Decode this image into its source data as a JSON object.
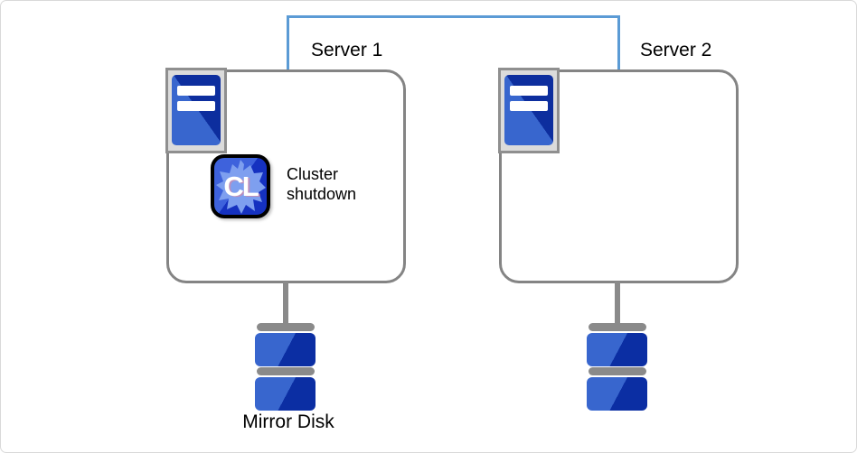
{
  "servers": [
    {
      "label": "Server 1",
      "badge_text": "CL",
      "status_label": "Cluster shutdown"
    },
    {
      "label": "Server 2"
    }
  ],
  "disks": [
    {
      "label": "Mirror Disk"
    },
    {
      "label": ""
    }
  ],
  "icons": {
    "server": "server-tower-icon",
    "cluster_badge": "cluster-app-icon",
    "disk": "disk-stack-icon",
    "interconnect": "heartbeat-link-line"
  },
  "colors": {
    "interconnect_blue": "#5B9BD5",
    "outline_gray": "#848484",
    "disk_gray": "#8A8A8A",
    "icon_frame_gray": "#DBDBDB",
    "blue_light": "#3866CE",
    "blue_dark": "#0B2EA3",
    "badge_splat_blue": "#7E9FEF",
    "badge_border": "#000000"
  }
}
